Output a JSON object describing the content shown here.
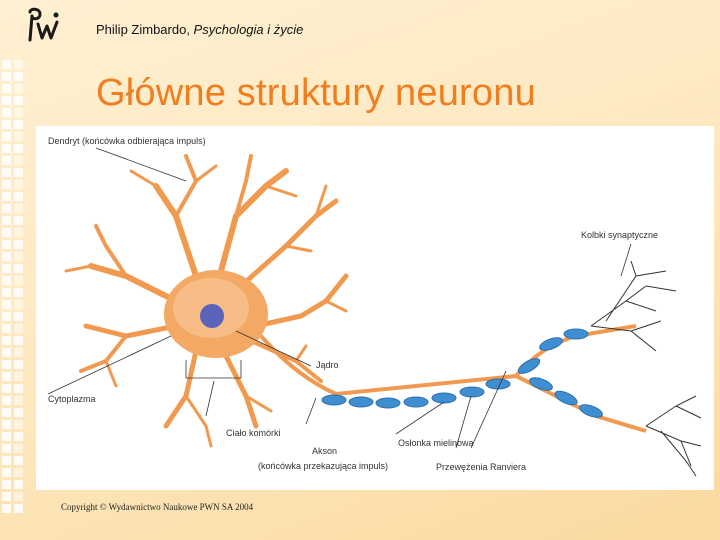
{
  "header": {
    "author": "Philip Zimbardo, ",
    "book": "Psychologia i życie"
  },
  "title": "Główne struktury neuronu",
  "labels": {
    "dendrite": "Dendryt (końcówka odbierająca impuls)",
    "synaptic": "Kolbki synaptyczne",
    "nucleus": "Jądro",
    "cytoplasm": "Cytoplazma",
    "cell_body": "Ciało komórki",
    "axon": "Akson",
    "axon_sub": "(końcówka przekazująca impuls)",
    "myelin": "Osłonka mielinowa",
    "ranvier": "Przewężenia Ranviera"
  },
  "copyright": "Copyright © Wydawnictwo Naukowe PWN SA 2004",
  "colors": {
    "title": "#f07d1e",
    "neuron": "#f19a4f",
    "myelin": "#3f8fd0",
    "nucleus": "#5a63b8"
  },
  "logo_icon": "pwn-logo-icon"
}
